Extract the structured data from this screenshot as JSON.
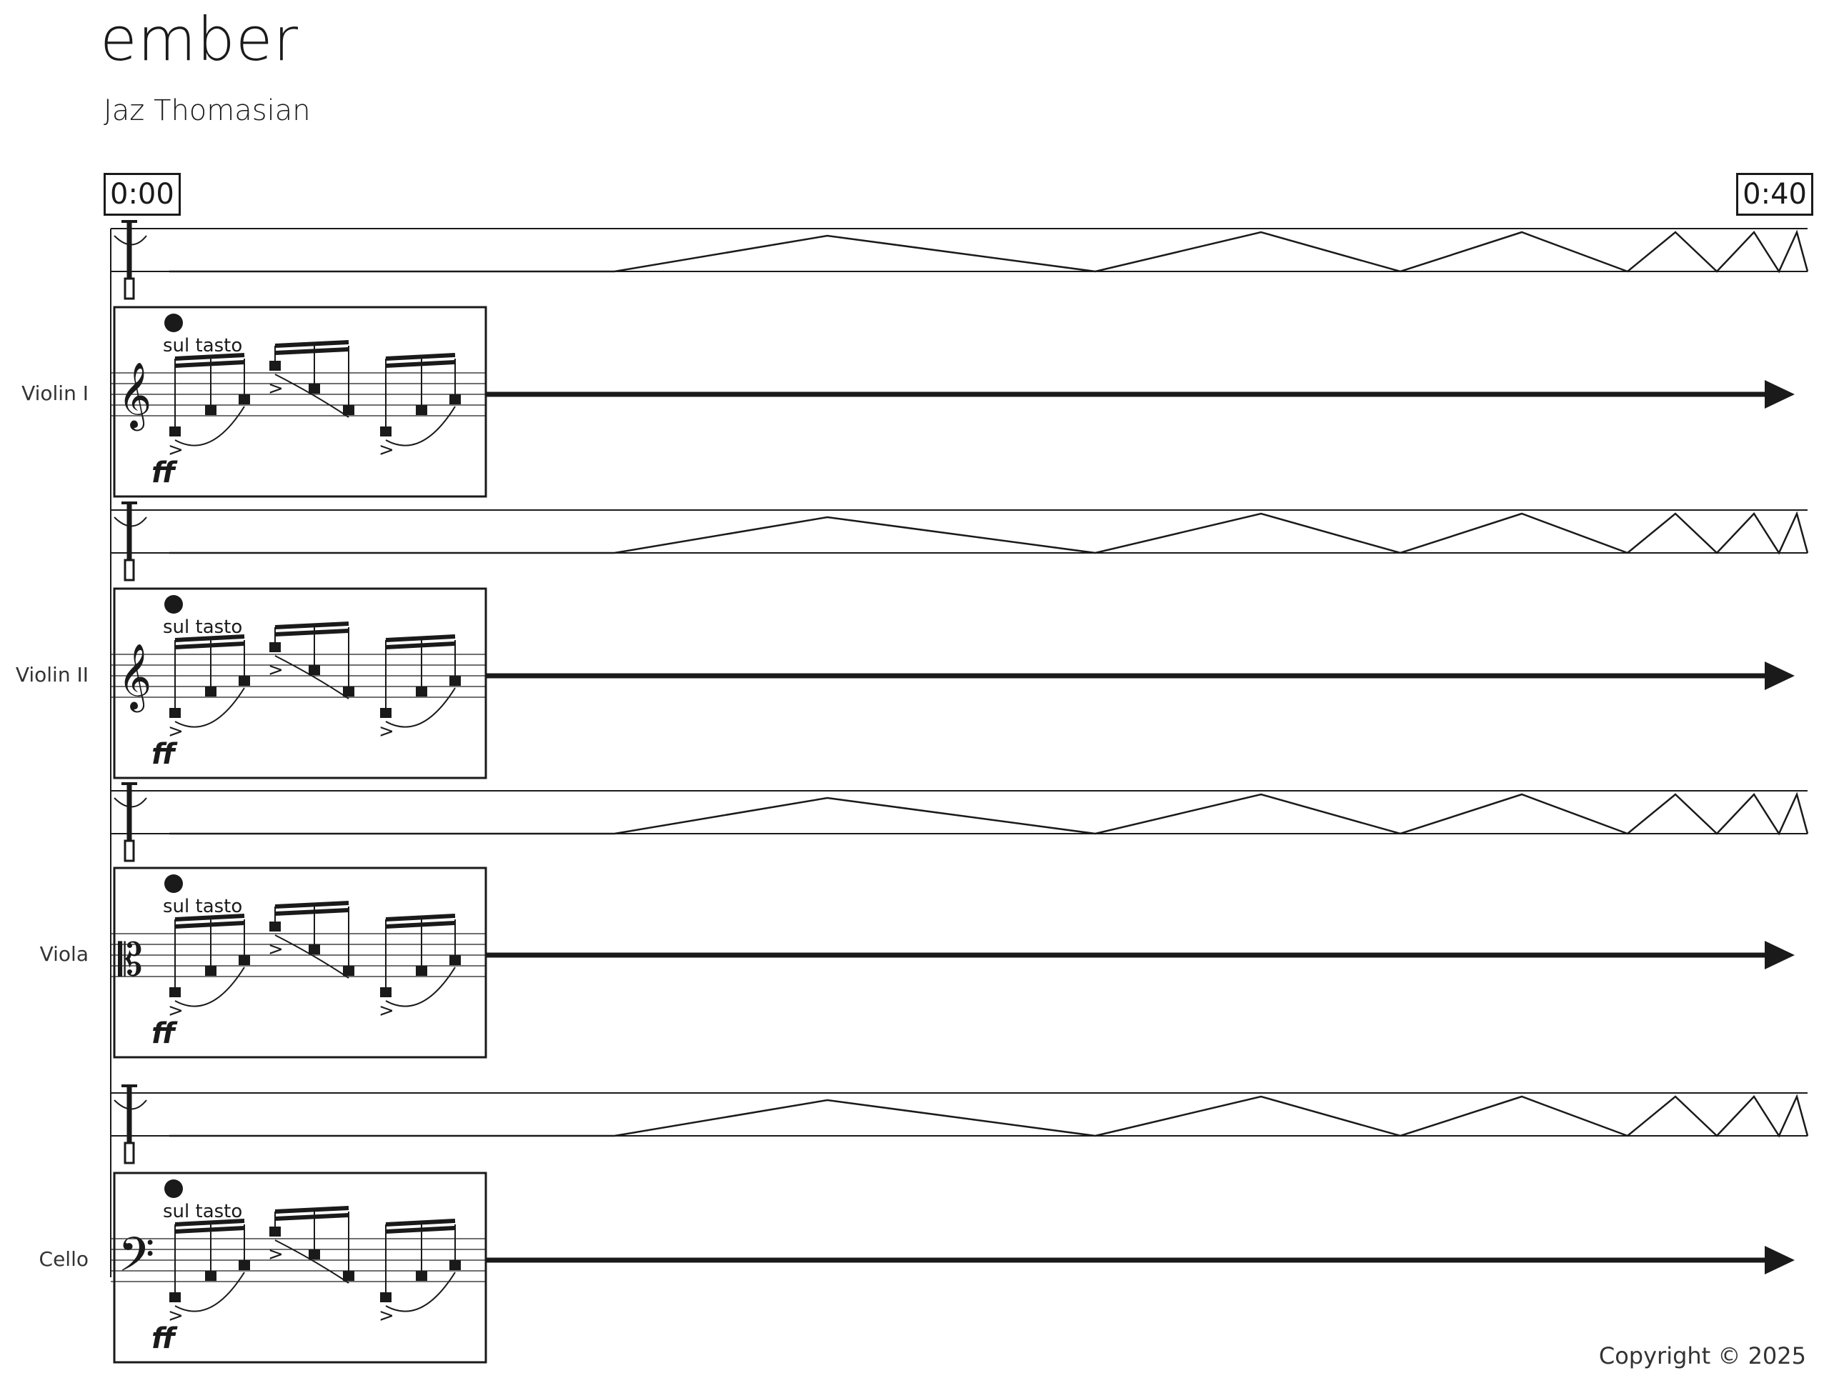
{
  "title": "ember",
  "composer": "Jaz Thomasian",
  "time_start": "0:00",
  "time_end": "0:40",
  "technique": "sul tasto",
  "dynamic": "ff",
  "instruments": [
    {
      "name": "Violin I",
      "clef": "treble"
    },
    {
      "name": "Violin II",
      "clef": "treble"
    },
    {
      "name": "Viola",
      "clef": "alto"
    },
    {
      "name": "Cello",
      "clef": "bass"
    }
  ],
  "copyright": "Copyright © 2025",
  "icons": {
    "clef_treble": "𝄞",
    "clef_alto": "𝄡",
    "clef_bass": "𝄢",
    "bow_position": "bow-position-icon",
    "notehead": "filled-circle-icon",
    "arrow": "arrowhead-icon"
  },
  "colors": {
    "ink": "#1a1a1a",
    "paper": "#ffffff"
  }
}
